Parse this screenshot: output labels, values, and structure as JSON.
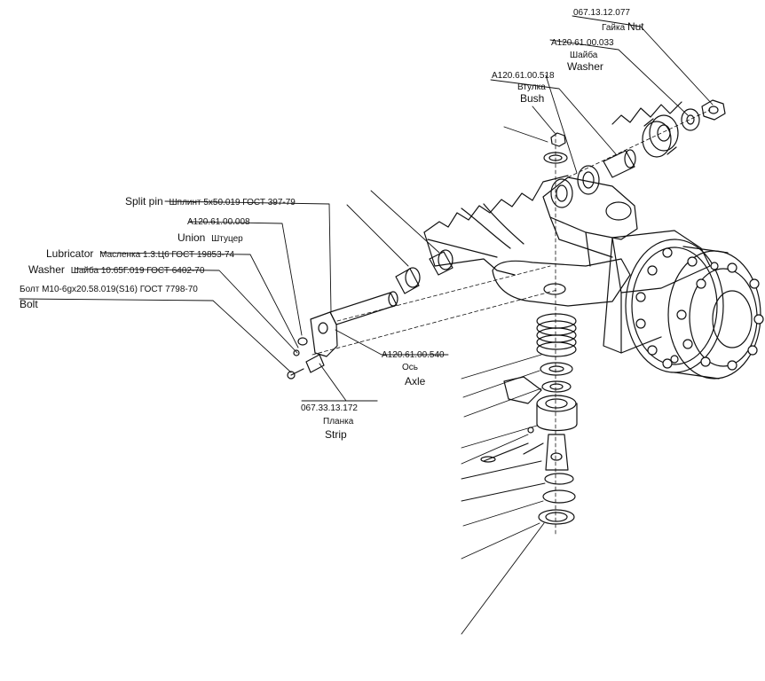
{
  "parts": {
    "nut": {
      "code": "067.13.12.077",
      "ru": "Гайка",
      "en": "Nut"
    },
    "washer_top": {
      "code": "А120.61.00.033",
      "ru": "Шайба",
      "en": "Washer"
    },
    "bush": {
      "code": "А120.61.00.518",
      "ru": "Втулка",
      "en": "Bush"
    },
    "split_pin": {
      "en": "Split pin",
      "ru": "Шплинт 5x50.019 ГОСТ 397-79"
    },
    "union": {
      "code": "А120.61.00.008",
      "en": "Union",
      "ru": "Штуцер"
    },
    "lubricator": {
      "en": "Lubricator",
      "ru": "Масленка 1.3.Ц6 ГОСТ 19853-74"
    },
    "washer_left": {
      "en": "Washer",
      "ru": "Шайба 10.65Г.019 ГОСТ 6402-70"
    },
    "bolt": {
      "ru": "Болт М10-6gx20.58.019(S16) ГОСТ 7798-70",
      "en": "Bolt"
    },
    "axle": {
      "code": "А120.61.00.540",
      "ru": "Ось",
      "en": "Axle"
    },
    "strip": {
      "code": "067.33.13.172",
      "ru": "Планка",
      "en": "Strip"
    }
  },
  "colors": {
    "ink": "#111111",
    "paper": "#ffffff",
    "shade": "#2a2a2a"
  }
}
